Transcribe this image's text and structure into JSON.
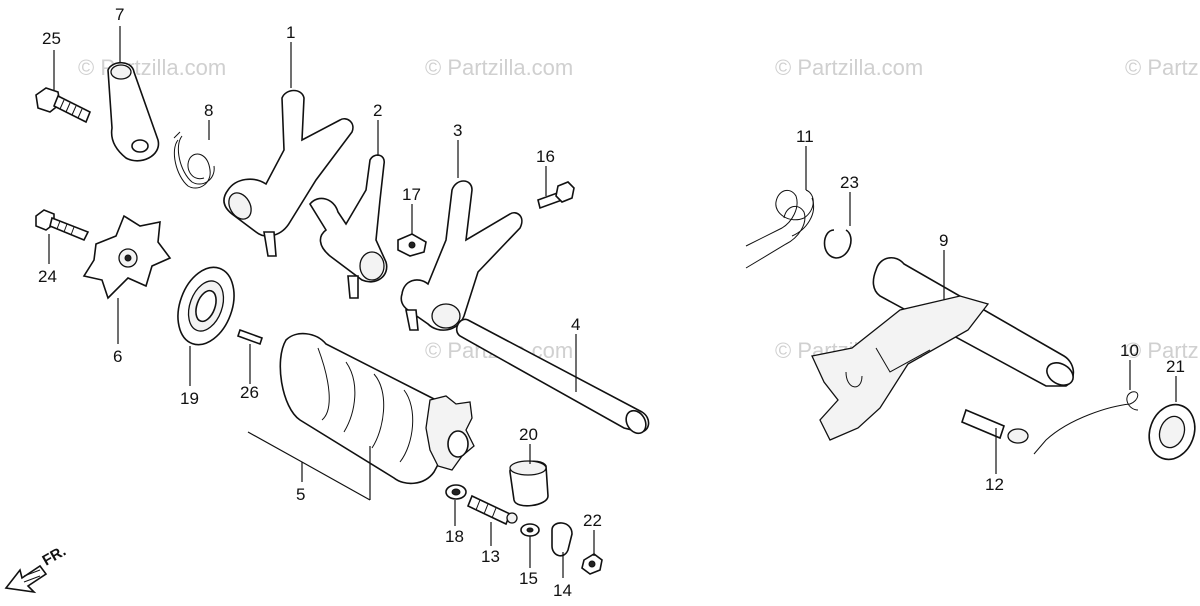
{
  "watermark": {
    "text": "© Partzilla.com"
  },
  "direction_marker": {
    "text": "FR."
  },
  "callouts": {
    "c1": "1",
    "c2": "2",
    "c3": "3",
    "c4": "4",
    "c5": "5",
    "c6": "6",
    "c7": "7",
    "c8": "8",
    "c9": "9",
    "c10": "10",
    "c11": "11",
    "c12": "12",
    "c13": "13",
    "c14": "14",
    "c15": "15",
    "c16": "16",
    "c17": "17",
    "c18": "18",
    "c19": "19",
    "c20": "20",
    "c21": "21",
    "c22": "22",
    "c23": "23",
    "c24": "24",
    "c25": "25",
    "c26": "26"
  }
}
